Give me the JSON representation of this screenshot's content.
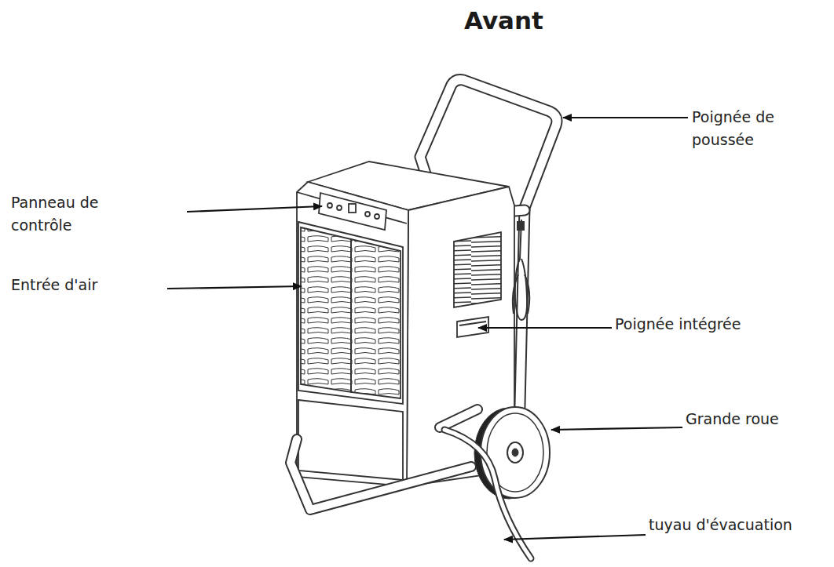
{
  "diagram": {
    "title": "Avant",
    "labels": [
      "Poignée de poussée",
      "Panneau de contrôle",
      "Entrée d'air",
      "Poignée intégrée",
      "Grande roue",
      "tuyau d'évacuation"
    ]
  }
}
